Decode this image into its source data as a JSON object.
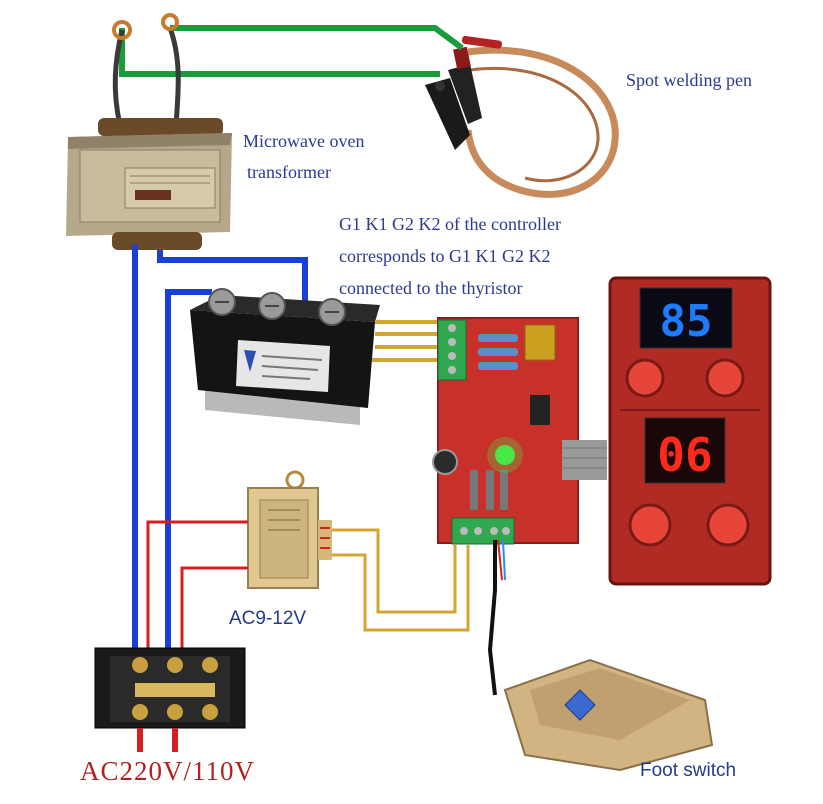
{
  "labels": {
    "spot_welding_pen": "Spot welding pen",
    "transformer_line1": "Microwave oven",
    "transformer_line2": "transformer",
    "controller_note_line1": "G1 K1 G2 K2 of the controller",
    "controller_note_line2": "corresponds to G1 K1 G2 K2",
    "controller_note_line3": "connected to the thyristor",
    "small_transformer": "AC9-12V",
    "mains": "AC220V/110V",
    "foot_switch": "Foot switch"
  },
  "display": {
    "top_value": "85",
    "bottom_value": "06"
  },
  "colors": {
    "high_current_wire": "#1a9c3a",
    "mains_wire": "#1a3fd6",
    "low_voltage_wire": "#d4a430",
    "phase_wire": "#d42020",
    "control_board": "#c8302a",
    "display_panel": "#b22a24",
    "blue_digits": "#1e7bff",
    "red_digits": "#ff2a1a",
    "label_text": "#2b3a8f"
  },
  "icons": [
    "microwave-transformer-icon",
    "thyristor-module-icon",
    "control-board-icon",
    "digital-display-icon",
    "small-transformer-icon",
    "terminal-block-icon",
    "foot-switch-icon",
    "welding-pen-icon"
  ]
}
